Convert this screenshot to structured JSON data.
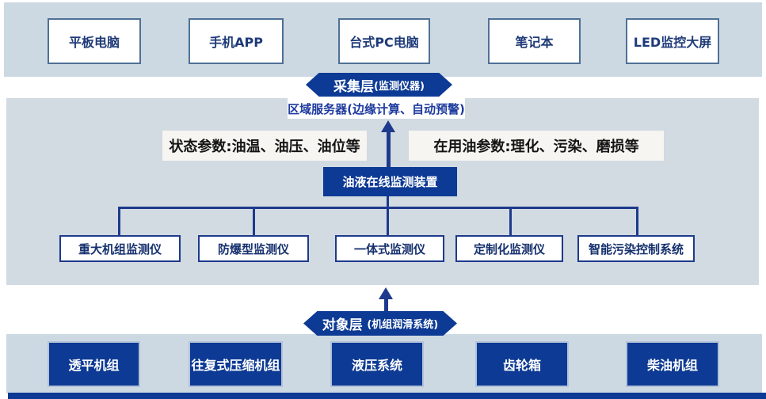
{
  "colors": {
    "navy": "#0d3a94",
    "line_navy": "#1d3a8c",
    "band_light_blue": "#ccd9e3",
    "band_middle_gray": "#d2dae2",
    "param_label_bg": "#f6f5f1",
    "top_box_border": "#4e7096",
    "monitor_box_border": "#1d3a8c",
    "navy_box_border": "#b3c1da",
    "text_navy": "#1e3a78"
  },
  "top_row": {
    "items": [
      {
        "label": "平板电脑"
      },
      {
        "label": "手机APP"
      },
      {
        "label": "台式PC电脑"
      },
      {
        "label": "笔记本"
      },
      {
        "label": "LED监控大屏"
      }
    ]
  },
  "collect_layer": {
    "title": "采集层",
    "subtitle": "(监测仪器)"
  },
  "server": {
    "label": "区域服务器(边缘计算、自动预警)"
  },
  "params": {
    "left": "状态参数:油温、油压、油位等",
    "right": "在用油参数:理化、污染、磨损等"
  },
  "device": {
    "label": "油液在线监测装置"
  },
  "monitor_row": {
    "items": [
      {
        "label": "重大机组监测仪"
      },
      {
        "label": "防爆型监测仪"
      },
      {
        "label": "一体式监测仪"
      },
      {
        "label": "定制化监测仪"
      },
      {
        "label": "智能污染控制系统"
      }
    ]
  },
  "object_layer": {
    "title": "对象层",
    "subtitle": "(机组润滑系统)"
  },
  "bottom_row": {
    "items": [
      {
        "label": "透平机组"
      },
      {
        "label": "往复式压缩机组"
      },
      {
        "label": "液压系统"
      },
      {
        "label": "齿轮箱"
      },
      {
        "label": "柴油机组"
      }
    ]
  }
}
